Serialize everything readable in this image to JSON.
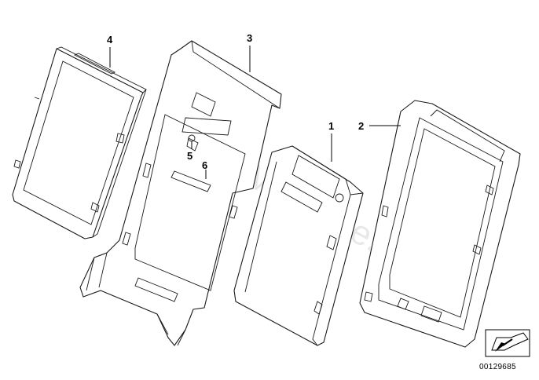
{
  "callouts": [
    {
      "id": "part-4",
      "label": "4"
    },
    {
      "id": "part-3",
      "label": "3"
    },
    {
      "id": "part-1",
      "label": "1"
    },
    {
      "id": "part-2",
      "label": "2"
    },
    {
      "id": "part-5",
      "label": "5"
    },
    {
      "id": "part-6",
      "label": "6"
    }
  ],
  "watermark": "www.BMWstore.ru",
  "catalog_number": "00129685",
  "icons": {
    "orientation": "arrow-orientation-icon"
  }
}
